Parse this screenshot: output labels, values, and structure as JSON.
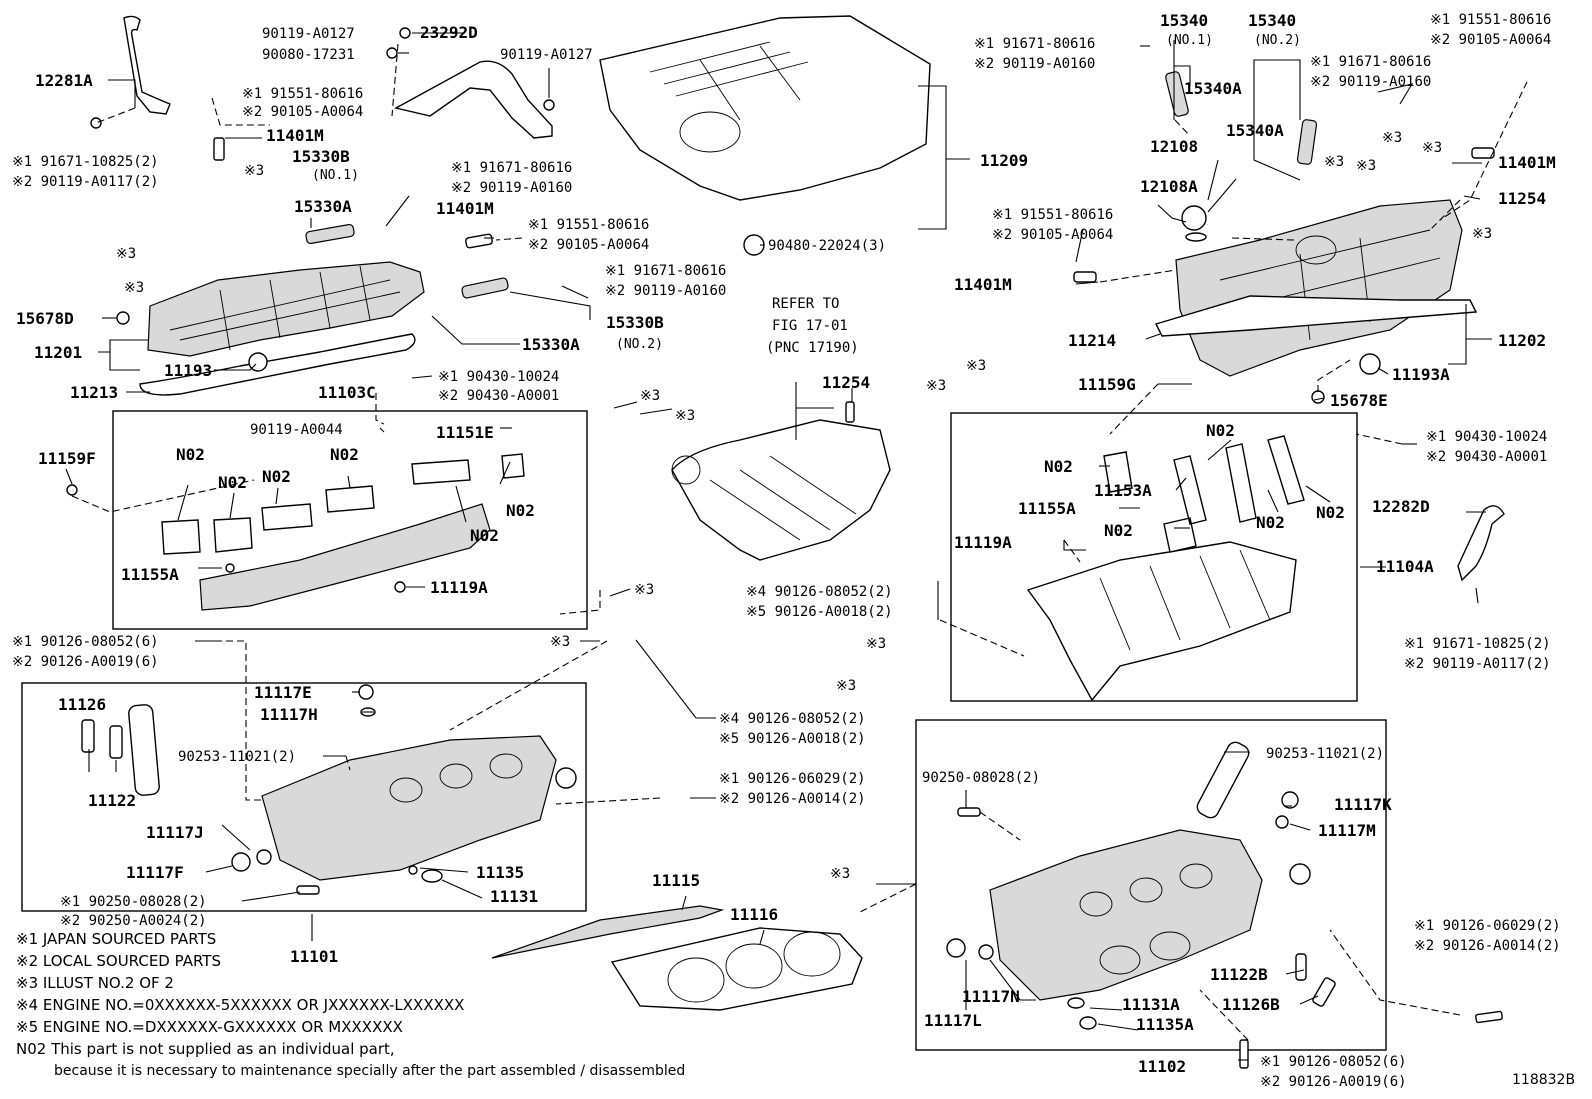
{
  "labels": {
    "p12281A": "12281A",
    "p90119_A0127_a": "90119-A0127",
    "p23292D": "23292D",
    "p90080_17231": "90080-17231",
    "p90119_A0127_b": "90119-A0127",
    "r1_91551_80616_a": "※1 91551-80616",
    "r2_90105_A0064_a": "※2 90105-A0064",
    "p11401M_a": "11401M",
    "p15330B": "15330B",
    "no1_a": "(NO.1)",
    "r1_91671_10825_a": "※1 91671-10825(2)",
    "r2_90119_A0117_a": "※2 90119-A0117(2)",
    "s3_a": "※3",
    "p15330A_a": "15330A",
    "r1_91671_80616_a": "※1 91671-80616",
    "r2_90119_A0160_a": "※2 90119-A0160",
    "p11401M_b": "11401M",
    "r1_91551_80616_b": "※1 91551-80616",
    "r2_90105_A0064_b": "※2 90105-A0064",
    "s3_b": "※3",
    "s3_c": "※3",
    "r1_91671_80616_b": "※1 91671-80616",
    "r2_90119_A0160_b": "※2 90119-A0160",
    "p15678D": "15678D",
    "p15330A_b": "15330A",
    "p15330B_b": "15330B",
    "no2_a": "(NO.2)",
    "p11201": "11201",
    "p11193": "11193",
    "p11213": "11213",
    "p11103C": "11103C",
    "r1_90430_10024_a": "※1 90430-10024",
    "r2_90430_A0001_a": "※2 90430-A0001",
    "s3_d": "※3",
    "s3_e": "※3",
    "p90119_A0044": "90119-A0044",
    "p11151E": "11151E",
    "p11159F": "11159F",
    "n02_1": "N02",
    "n02_2": "N02",
    "n02_3": "N02",
    "n02_4": "N02",
    "n02_5": "N02",
    "n02_6": "N02",
    "p11155A_a": "11155A",
    "p11119A_a": "11119A",
    "s3_f": "※3",
    "r1_90126_08052_6a": "※1 90126-08052(6)",
    "r2_90126_A0019_6a": "※2 90126-A0019(6)",
    "s3_g": "※3",
    "p11126": "11126",
    "p11117E": "11117E",
    "p11117H": "11117H",
    "p90253_11021_a": "90253-11021(2)",
    "p11122": "11122",
    "r4_90126_08052_a": "※4 90126-08052(2)",
    "r5_90126_A0018_a": "※5 90126-A0018(2)",
    "r1_90126_06029_a": "※1 90126-06029(2)",
    "r2_90126_A0014_a": "※2 90126-A0014(2)",
    "p11117J": "11117J",
    "p11117F": "11117F",
    "p11135": "11135",
    "p11131": "11131",
    "r1_90250_08028_a": "※1 90250-08028(2)",
    "r2_90250_A0024_a": "※2 90250-A0024(2)",
    "p11101": "11101",
    "p11115": "11115",
    "p11116": "11116",
    "p11209": "11209",
    "p90480_22024": "90480-22024(3)",
    "refer1": "REFER TO",
    "refer2": "FIG 17-01",
    "refer3": "(PNC 17190)",
    "p11254_a": "11254",
    "r4_90126_08052_b": "※4 90126-08052(2)",
    "r5_90126_A0018_b": "※5 90126-A0018(2)",
    "r1_91671_80616_c": "※1 91671-80616",
    "r2_90119_A0160_c": "※2 90119-A0160",
    "p15340_1": "15340",
    "no1_b": "(NO.1)",
    "p15340_2": "15340",
    "no2_b": "(NO.2)",
    "r1_91551_80616_c": "※1 91551-80616",
    "r2_90105_A0064_c": "※2 90105-A0064",
    "r1_91671_80616_d": "※1 91671-80616",
    "r2_90119_A0160_d": "※2 90119-A0160",
    "p15340A_a": "15340A",
    "p15340A_b": "15340A",
    "p12108": "12108",
    "p12108A": "12108A",
    "s3_h": "※3",
    "s3_i": "※3",
    "s3_j": "※3",
    "s3_k": "※3",
    "p11401M_c": "11401M",
    "p11254_b": "11254",
    "r1_91551_80616_d": "※1 91551-80616",
    "r2_90105_A0064_d": "※2 90105-A0064",
    "s3_l": "※3",
    "p11401M_d": "11401M",
    "p11214": "11214",
    "p11202": "11202",
    "p11193A": "11193A",
    "s3_m": "※3",
    "s3_n": "※3",
    "p11159G": "11159G",
    "p15678E": "15678E",
    "n02_7": "N02",
    "n02_8": "N02",
    "p11153A": "11153A",
    "r1_90430_10024_b": "※1 90430-10024",
    "r2_90430_A0001_b": "※2 90430-A0001",
    "p11155A_b": "11155A",
    "n02_9": "N02",
    "n02_10": "N02",
    "n02_11": "N02",
    "p12282D": "12282D",
    "p11119A_b": "11119A",
    "p11104A": "11104A",
    "r1_91671_10825_b": "※1 91671-10825(2)",
    "r2_90119_A0117_b": "※2 90119-A0117(2)",
    "s3_o": "※3",
    "s3_p": "※3",
    "p90253_11021_b": "90253-11021(2)",
    "p90250_08028": "90250-08028(2)",
    "p11117K": "11117K",
    "p11117M": "11117M",
    "s3_q": "※3",
    "r1_90126_06029_b": "※1 90126-06029(2)",
    "r2_90126_A0014_b": "※2 90126-A0014(2)",
    "p11122B": "11122B",
    "p11126B": "11126B",
    "p11117N": "11117N",
    "p11131A": "11131A",
    "p11135A": "11135A",
    "p11117L": "11117L",
    "p11102": "11102",
    "r1_90126_08052_6b": "※1 90126-08052(6)",
    "r2_90126_A0019_6b": "※2 90126-A0019(6)"
  },
  "notes": {
    "n1": "※1 JAPAN SOURCED PARTS",
    "n2": "※2 LOCAL SOURCED PARTS",
    "n3": "※3 ILLUST NO.2 OF 2",
    "n4": "※4 ENGINE NO.=0XXXXXX-5XXXXXX OR JXXXXXX-LXXXXXX",
    "n5": "※5 ENGINE NO.=DXXXXXX-GXXXXXX OR MXXXXXX",
    "n6": "N02 This part is not supplied as an individual part,",
    "n7": "because it is necessary to maintenance specially after the part assembled / disassembled"
  },
  "figure_code": "118832B"
}
